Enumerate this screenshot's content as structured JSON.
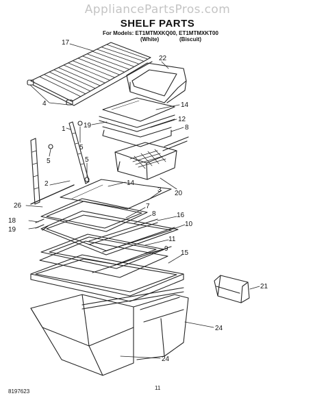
{
  "watermark": "AppliancePartsPros.com",
  "title": "SHELF PARTS",
  "models_line": "For Models: ET1MTMXKQ00, ET1MTMXKT00",
  "variants": [
    "(White)",
    "(Biscuit)"
  ],
  "callouts": {
    "c17": "17",
    "c22": "22",
    "c4": "4",
    "c14a": "14",
    "c12": "12",
    "c8a": "8",
    "c19a": "19",
    "c1": "1",
    "c5a": "5",
    "c5b": "5",
    "c5c": "5",
    "c2": "2",
    "c14b": "14",
    "c3": "3",
    "c20": "20",
    "c26": "26",
    "c7": "7",
    "c8b": "8",
    "c16": "16",
    "c10": "10",
    "c18": "18",
    "c19b": "19",
    "c11": "11",
    "c9": "9",
    "c15": "15",
    "c21": "21",
    "c24a": "24",
    "c24b": "24"
  },
  "footer": {
    "doc_number": "8197623",
    "page_number": "11"
  }
}
